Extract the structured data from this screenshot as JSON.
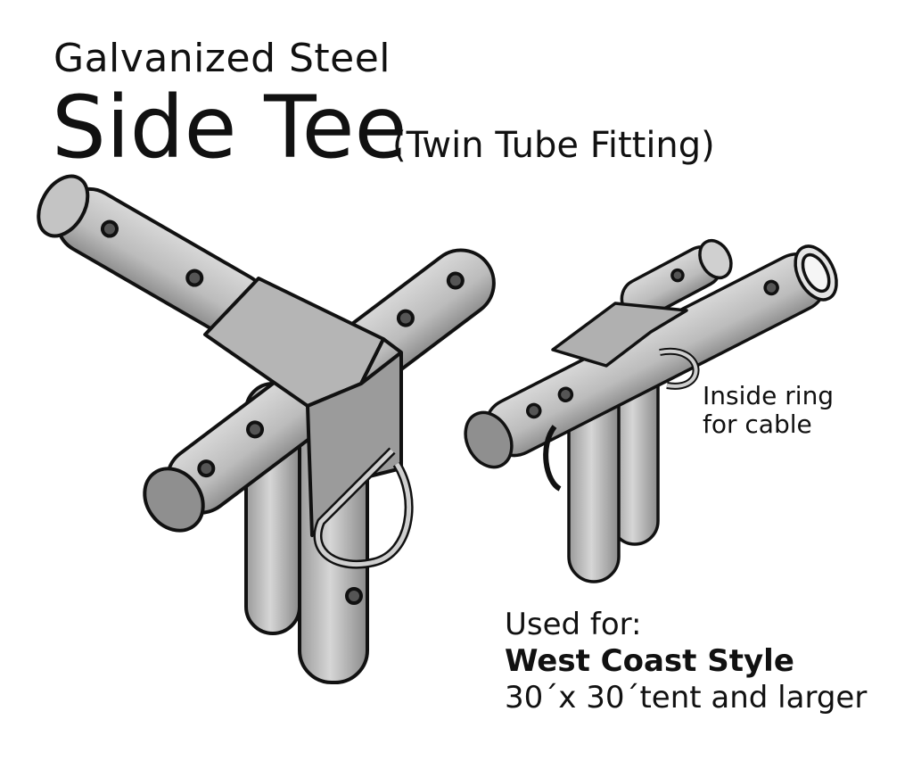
{
  "header": {
    "material": "Galvanized Steel",
    "product_name": "Side Tee",
    "subtitle": "(Twin Tube Fitting)"
  },
  "callout": {
    "line1": "Inside ring",
    "line2": "for cable"
  },
  "usage": {
    "label": "Used for:",
    "style": "West Coast Style",
    "size": "30´x 30´tent and larger"
  },
  "colors": {
    "outline": "#111111",
    "tube_fill": "#c8c8c8",
    "tube_shadow": "#8f8f8f",
    "hole": "#555555"
  }
}
